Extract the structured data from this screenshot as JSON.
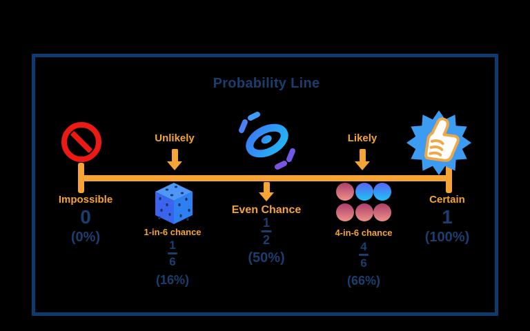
{
  "title": "Probability Line",
  "points": {
    "impossible": {
      "label": "Impossible",
      "value": "0",
      "percent": "(0%)"
    },
    "unlikely": {
      "label": "Unlikely",
      "chance": "1-in-6 chance",
      "numerator": "1",
      "denominator": "6",
      "percent": "(16%)"
    },
    "even_chance": {
      "label": "Even Chance",
      "numerator": "1",
      "denominator": "2",
      "percent": "(50%)"
    },
    "likely": {
      "label": "Likely",
      "chance": "4-in-6 chance",
      "numerator": "4",
      "denominator": "6",
      "percent": "(66%)"
    },
    "certain": {
      "label": "Certain",
      "value": "1",
      "percent": "(100%)"
    }
  },
  "icons": {
    "impossible": "no-entry-icon",
    "unlikely": "dice-icon",
    "even_chance": "coin-flip-icon",
    "likely": "counters-icon",
    "certain": "thumbs-up-icon"
  },
  "colors": {
    "background": "#000000",
    "frame_border": "#0d3b6e",
    "navy_text": "#1c3e6e",
    "orange_accent": "#f5a435",
    "no_entry_red": "#ec1a12",
    "icon_blue": "#2f8ef2",
    "counter_rose_top": "#ab3f6d",
    "counter_rose_bottom": "#ef9187",
    "counter_blue_top": "#5a63f2",
    "counter_blue_bottom": "#1fc3f8"
  }
}
